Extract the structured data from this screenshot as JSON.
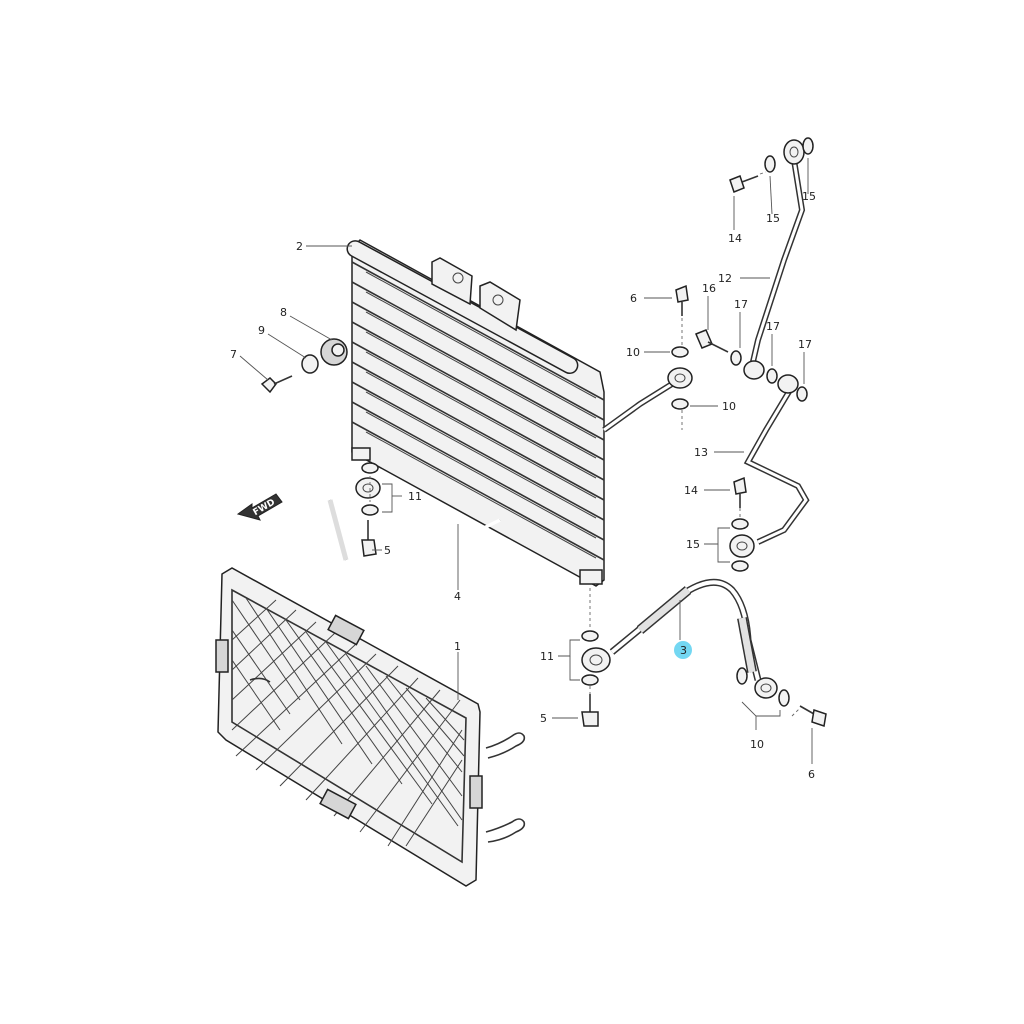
{
  "diagram": {
    "callouts": {
      "c1": "1",
      "c2": "2",
      "c3": "3",
      "c4": "4",
      "c5a": "5",
      "c5b": "5",
      "c6a": "6",
      "c6b": "6",
      "c7": "7",
      "c8": "8",
      "c9": "9",
      "c10a": "10",
      "c10b": "10",
      "c10c": "10",
      "c11a": "11",
      "c11b": "11",
      "c12": "12",
      "c13": "13",
      "c14a": "14",
      "c14b": "14",
      "c15a": "15",
      "c15b": "15",
      "c15c": "15",
      "c16": "16",
      "c17a": "17",
      "c17b": "17",
      "c17c": "17"
    },
    "fwd_label": "FWD",
    "highlight_color": "#5ad0f0"
  }
}
